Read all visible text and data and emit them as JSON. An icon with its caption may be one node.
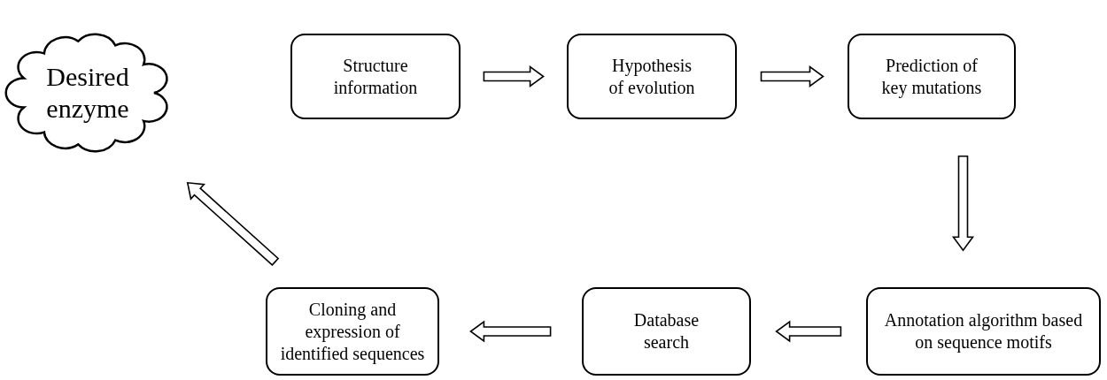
{
  "diagram": {
    "nodes": [
      {
        "text": [
          "Desired enzyme"
        ]
      },
      {
        "text": [
          "Structure information"
        ]
      },
      {
        "text": [
          "Hypothesis of evolution"
        ]
      },
      {
        "text": [
          "Prediction of key mutations"
        ]
      },
      {
        "text": [
          "Annotation algorithm based on sequence motifs"
        ]
      },
      {
        "text": [
          "Database search"
        ]
      },
      {
        "text": [
          "Cloning and expression of identified sequences"
        ]
      }
    ],
    "edges": [
      {
        "from": 1,
        "to": 2,
        "arrow": "to"
      },
      {
        "from": 2,
        "to": 3,
        "arrow": "to"
      },
      {
        "from": 3,
        "to": 4,
        "arrow": "to"
      },
      {
        "from": 4,
        "to": 5,
        "arrow": "to"
      },
      {
        "from": 5,
        "to": 6,
        "arrow": "to"
      },
      {
        "from": 6,
        "to": 0,
        "arrow": "to"
      }
    ]
  }
}
